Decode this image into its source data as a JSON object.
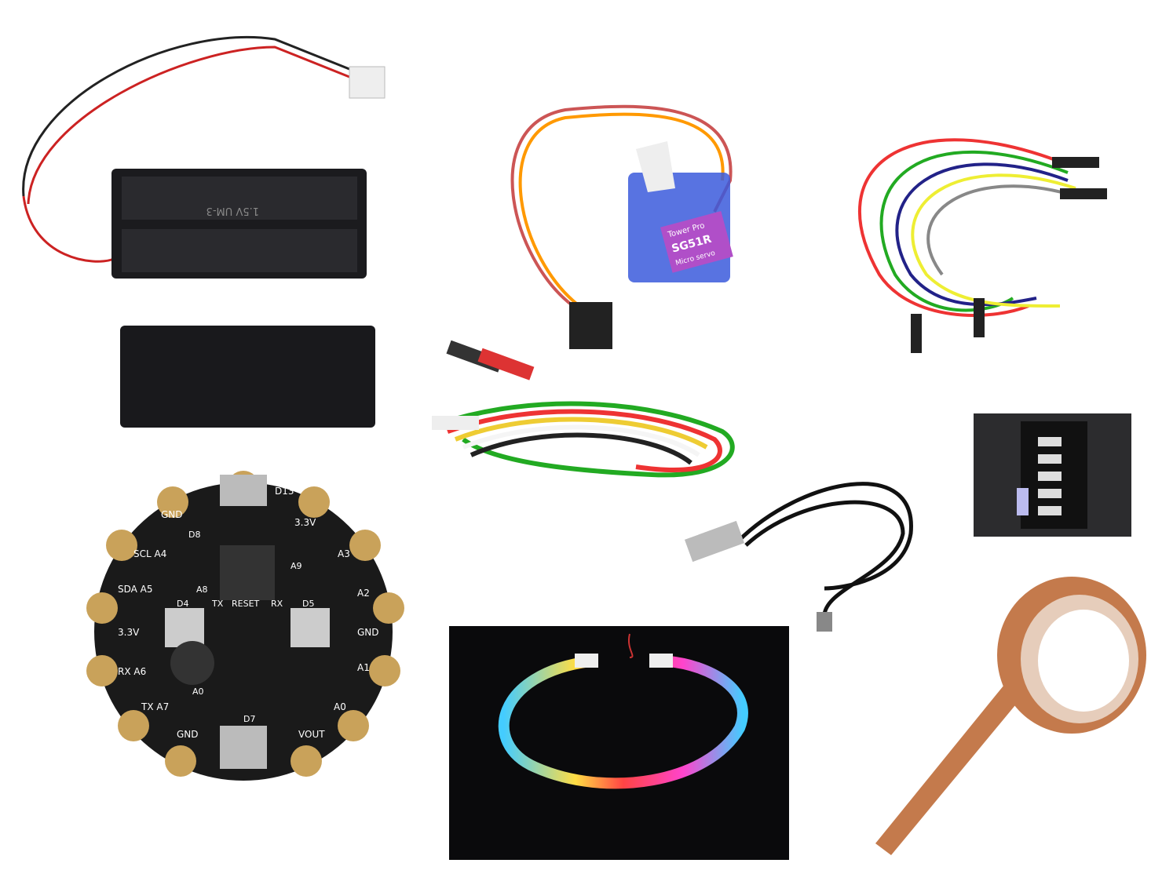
{
  "battery_holder": {
    "label": "1.5V UM-3"
  },
  "servo": {
    "brand": "Tower Pro",
    "model": "SG51R",
    "type": "Micro servo"
  },
  "board": {
    "pins": [
      "GND",
      "SCL A4",
      "SDA A5",
      "3.3V",
      "RX A6",
      "TX A7",
      "GND",
      "VOUT",
      "A0",
      "A1",
      "GND",
      "A2",
      "A3",
      "3.3V",
      "D13"
    ],
    "labels": [
      "D8",
      "A9",
      "A8",
      "D4",
      "TX",
      "RESET",
      "RX",
      "D5",
      "D7",
      "A0"
    ]
  },
  "colors": {
    "background": "#ffffff",
    "pcb": "#1a1a1a",
    "gold": "#c9a25a",
    "copper": "#c47a4c"
  }
}
